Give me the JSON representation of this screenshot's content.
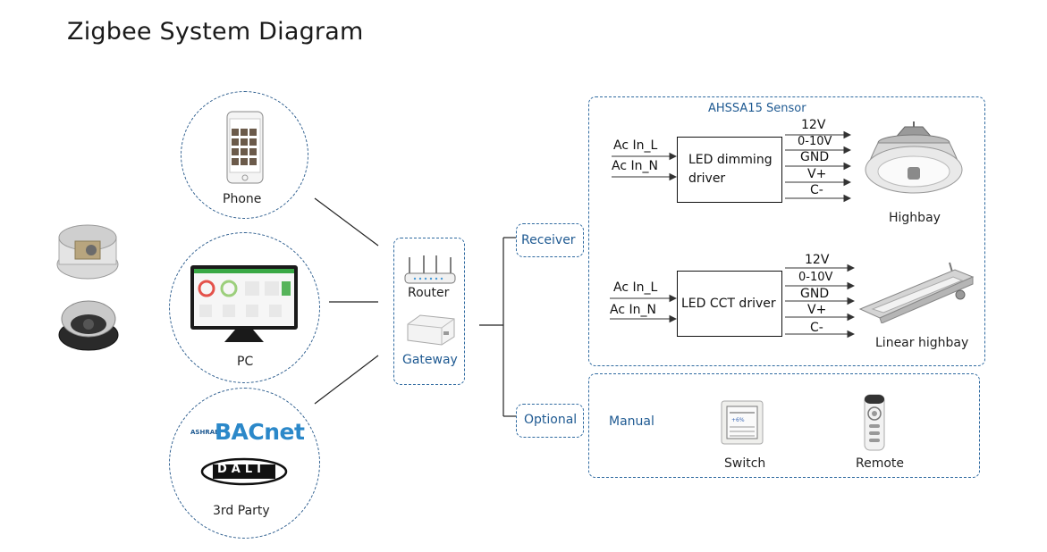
{
  "title": "Zigbee System Diagram",
  "clients": {
    "phone": "Phone",
    "pc": "PC",
    "third_party": "3rd Party",
    "bacnet_logo": "BACnet",
    "ashrae_logo": "ASHRAE",
    "dali_logo": "DALI"
  },
  "hub": {
    "router": "Router",
    "gateway": "Gateway"
  },
  "branches": {
    "receiver": "Receiver",
    "optional": "Optional"
  },
  "sensor_group": {
    "title": "AHSSA15 Sensor",
    "driver1": {
      "name": "LED dimming driver",
      "name_line1": "LED dimming",
      "name_line2": "driver",
      "inputs": [
        "Ac In_L",
        "Ac In_N"
      ],
      "outputs": [
        "12V",
        "0-10V",
        "GND",
        "V+",
        "C-"
      ],
      "fixture": "Highbay"
    },
    "driver2": {
      "name": "LED CCT driver",
      "inputs": [
        "Ac In_L",
        "Ac In_N"
      ],
      "outputs": [
        "12V",
        "0-10V",
        "GND",
        "V+",
        "C-"
      ],
      "fixture": "Linear highbay"
    }
  },
  "optional_group": {
    "manual": "Manual",
    "switch": "Switch",
    "remote": "Remote"
  },
  "colors": {
    "dashed_border": "#2f6aa0",
    "accent_text": "#1f5a92"
  }
}
